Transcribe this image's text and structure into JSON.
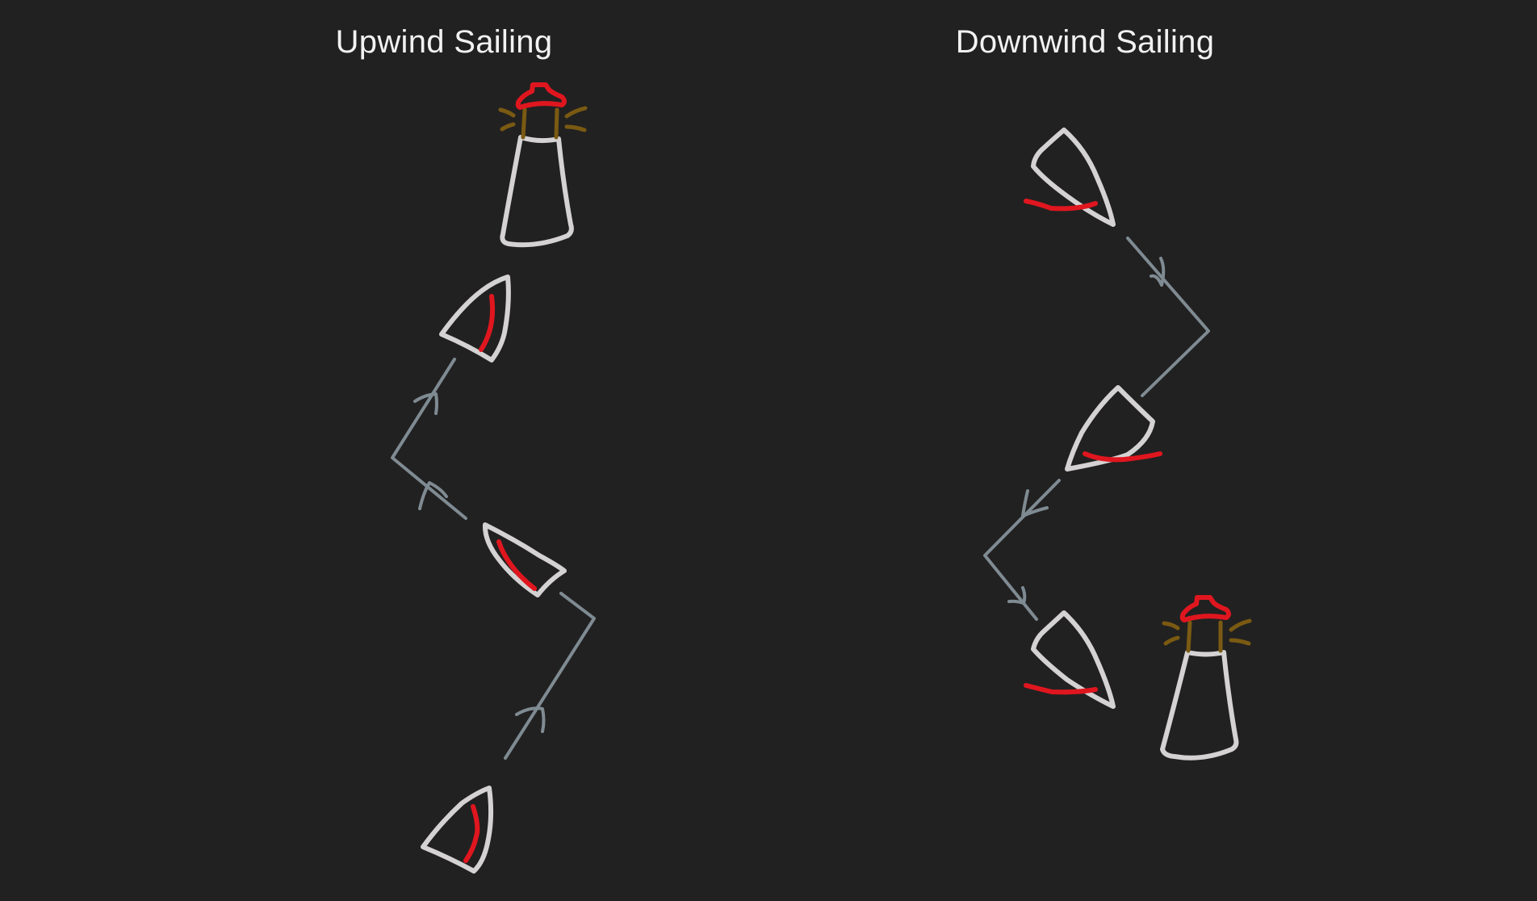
{
  "titles": {
    "upwind": "Upwind Sailing",
    "downwind": "Downwind Sailing"
  },
  "colors": {
    "background": "#222121",
    "title_text": "#f2f2f2",
    "hull_outline": "#d4d2d2",
    "sail": "#e0161f",
    "course_line": "#7f8b92",
    "lighthouse_body": "#d4d2d2",
    "lighthouse_cap": "#e0161f",
    "lighthouse_lamp": "#7a5a12"
  },
  "icons": {
    "boat": "sailboat-icon",
    "lighthouse": "lighthouse-icon",
    "course": "zigzag-course-arrow"
  }
}
